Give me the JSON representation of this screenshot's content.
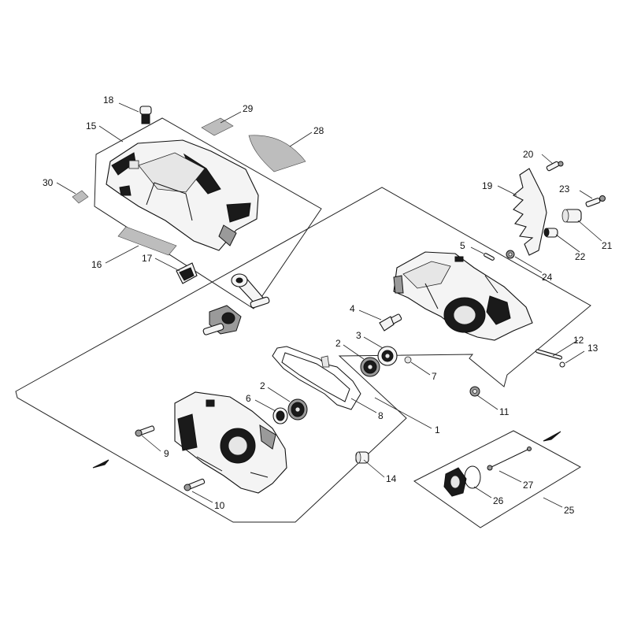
{
  "callouts": [
    {
      "id": "c1",
      "label": "1"
    },
    {
      "id": "c2a",
      "label": "2"
    },
    {
      "id": "c2b",
      "label": "2"
    },
    {
      "id": "c3",
      "label": "3"
    },
    {
      "id": "c4",
      "label": "4"
    },
    {
      "id": "c5",
      "label": "5"
    },
    {
      "id": "c6",
      "label": "6"
    },
    {
      "id": "c7",
      "label": "7"
    },
    {
      "id": "c8",
      "label": "8"
    },
    {
      "id": "c9",
      "label": "9"
    },
    {
      "id": "c10",
      "label": "10"
    },
    {
      "id": "c11",
      "label": "11"
    },
    {
      "id": "c12",
      "label": "12"
    },
    {
      "id": "c13",
      "label": "13"
    },
    {
      "id": "c14",
      "label": "14"
    },
    {
      "id": "c15",
      "label": "15"
    },
    {
      "id": "c16",
      "label": "16"
    },
    {
      "id": "c17",
      "label": "17"
    },
    {
      "id": "c18",
      "label": "18"
    },
    {
      "id": "c19",
      "label": "19"
    },
    {
      "id": "c20",
      "label": "20"
    },
    {
      "id": "c21",
      "label": "21"
    },
    {
      "id": "c22",
      "label": "22"
    },
    {
      "id": "c23",
      "label": "23"
    },
    {
      "id": "c24",
      "label": "24"
    },
    {
      "id": "c25",
      "label": "25"
    },
    {
      "id": "c26",
      "label": "26"
    },
    {
      "id": "c27",
      "label": "27"
    },
    {
      "id": "c28",
      "label": "28"
    },
    {
      "id": "c29",
      "label": "29"
    },
    {
      "id": "c30",
      "label": "30"
    }
  ]
}
